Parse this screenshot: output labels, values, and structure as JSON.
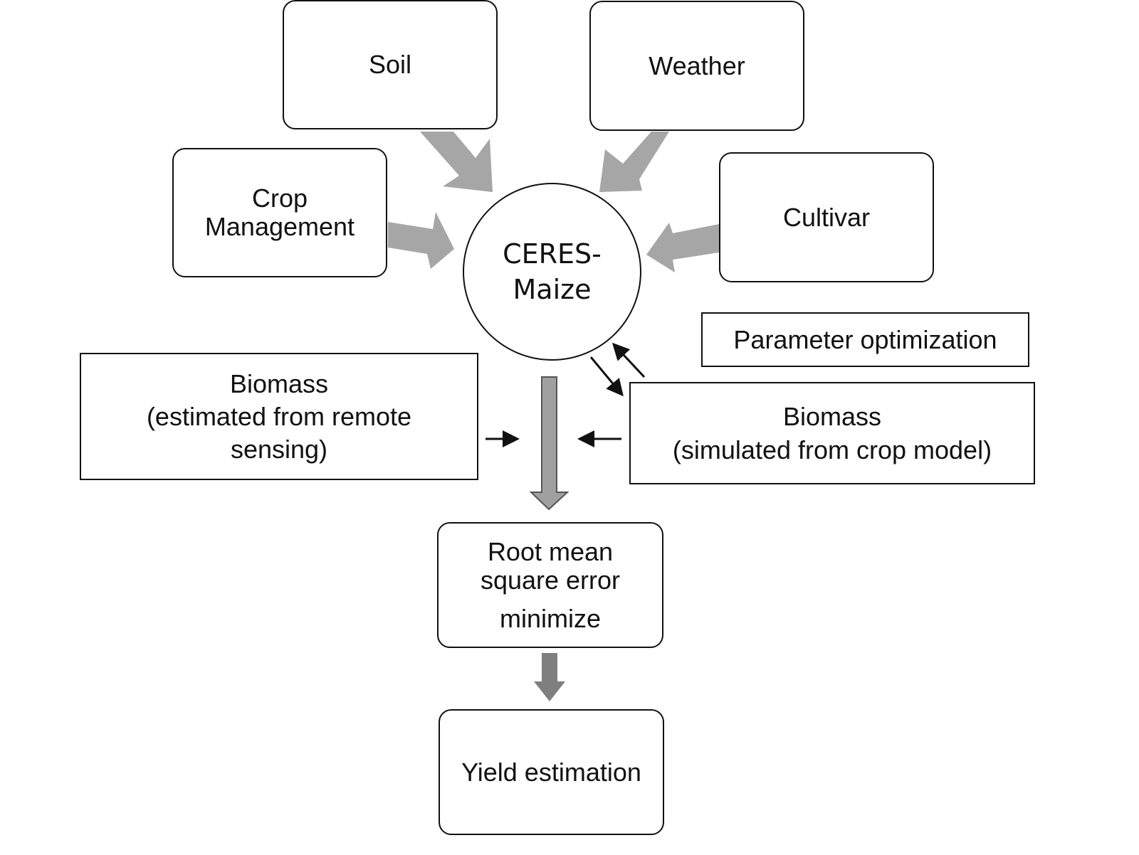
{
  "nodes": {
    "soil": {
      "label": "Soil"
    },
    "weather": {
      "label": "Weather"
    },
    "crop_management": {
      "lines": [
        "Crop",
        "Management"
      ]
    },
    "cultivar": {
      "label": "Cultivar"
    },
    "ceres_maize": {
      "lines": [
        "CERES-",
        "Maize"
      ]
    },
    "parameter_optimization": {
      "label": "Parameter optimization"
    },
    "biomass_remote": {
      "lines": [
        "Biomass",
        "(estimated from remote",
        "sensing)"
      ]
    },
    "biomass_simulated": {
      "lines": [
        "Biomass",
        "(simulated from crop model)"
      ]
    },
    "rmse": {
      "lines": [
        "Root mean",
        "square error",
        "minimize"
      ]
    },
    "yield": {
      "label": "Yield estimation"
    }
  },
  "colors": {
    "line": "#111111",
    "input_arrow": "#a6a6a6",
    "flow_arrow": "#8c8c8c",
    "background": "#ffffff"
  }
}
